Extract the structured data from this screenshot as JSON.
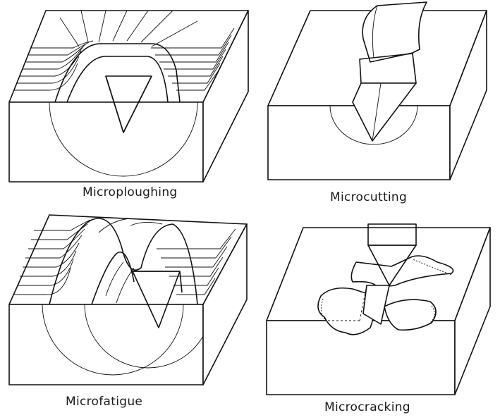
{
  "labels": {
    "microploughing": "Microploughing",
    "microcutting": "Microcutting",
    "microfatigue": "Microfatigue",
    "microcracking": "Microcracking"
  },
  "colors": {
    "ink": "#111111",
    "paper": "#ffffff"
  }
}
